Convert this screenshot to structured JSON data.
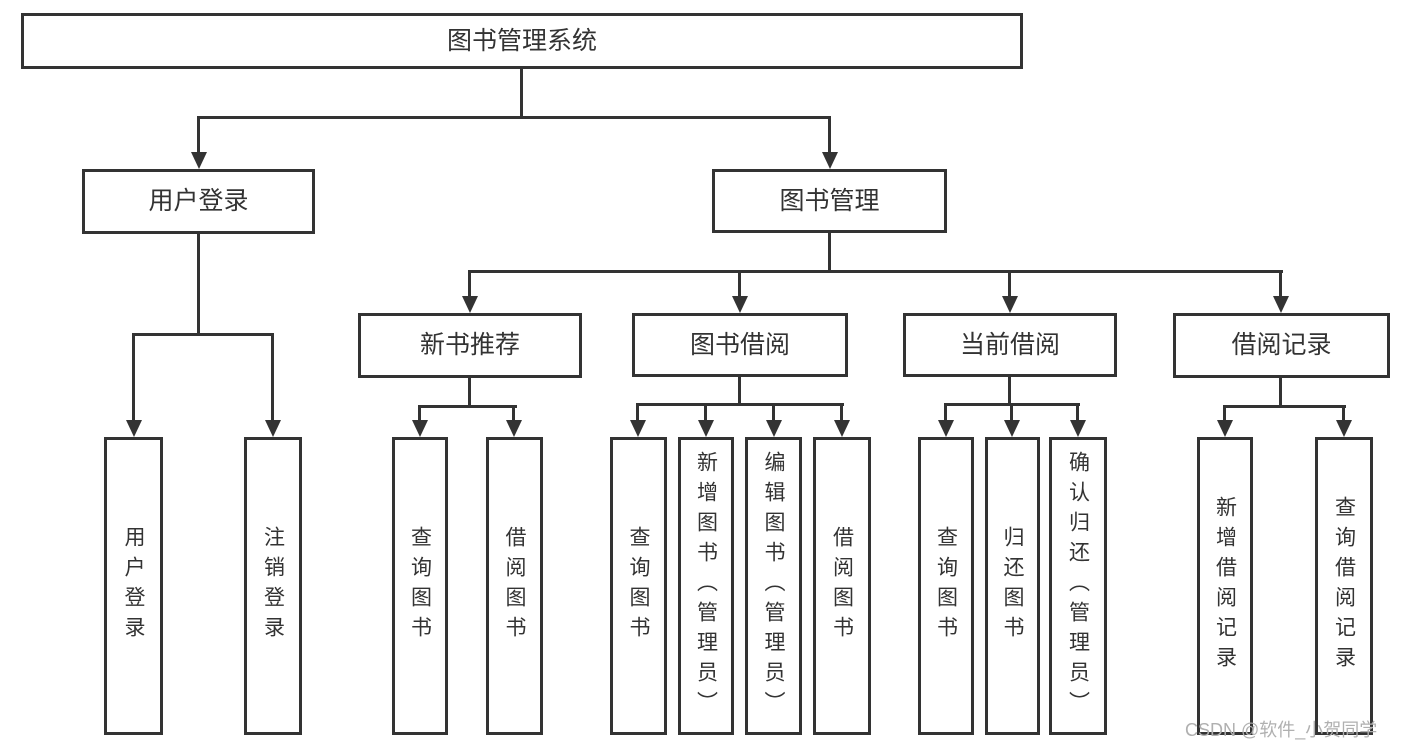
{
  "diagram_type": "hierarchy-tree",
  "colors": {
    "line": "#333333",
    "text": "#333333",
    "background": "#ffffff",
    "watermark": "#b0b0b0"
  },
  "nodes": {
    "root": {
      "label": "图书管理系统"
    },
    "user_login": {
      "label": "用户登录"
    },
    "book_mgmt": {
      "label": "图书管理"
    },
    "user_login_sub": {
      "label": "用户登录"
    },
    "logout": {
      "label": "注销登录"
    },
    "new_book_rec": {
      "label": "新书推荐"
    },
    "book_borrow": {
      "label": "图书借阅"
    },
    "current_borrow": {
      "label": "当前借阅"
    },
    "borrow_record": {
      "label": "借阅记录"
    },
    "nb_query": {
      "label": "查询图书"
    },
    "nb_borrow": {
      "label": "借阅图书"
    },
    "bb_query": {
      "label": "查询图书"
    },
    "bb_add": {
      "label": "新增图书（管理员）"
    },
    "bb_edit": {
      "label": "编辑图书（管理员）"
    },
    "bb_borrow": {
      "label": "借阅图书"
    },
    "cb_query": {
      "label": "查询图书"
    },
    "cb_return": {
      "label": "归还图书"
    },
    "cb_confirm": {
      "label": "确认归还（管理员）"
    },
    "br_add": {
      "label": "新增借阅记录"
    },
    "br_query": {
      "label": "查询借阅记录"
    }
  },
  "hierarchy": [
    {
      "parent": "图书管理系统",
      "children": [
        "用户登录",
        "图书管理"
      ]
    },
    {
      "parent": "用户登录",
      "children": [
        "用户登录",
        "注销登录"
      ]
    },
    {
      "parent": "图书管理",
      "children": [
        "新书推荐",
        "图书借阅",
        "当前借阅",
        "借阅记录"
      ]
    },
    {
      "parent": "新书推荐",
      "children": [
        "查询图书",
        "借阅图书"
      ]
    },
    {
      "parent": "图书借阅",
      "children": [
        "查询图书",
        "新增图书（管理员）",
        "编辑图书（管理员）",
        "借阅图书"
      ]
    },
    {
      "parent": "当前借阅",
      "children": [
        "查询图书",
        "归还图书",
        "确认归还（管理员）"
      ]
    },
    {
      "parent": "借阅记录",
      "children": [
        "新增借阅记录",
        "查询借阅记录"
      ]
    }
  ],
  "watermark": {
    "text": "CSDN @软件_小贺同学"
  }
}
